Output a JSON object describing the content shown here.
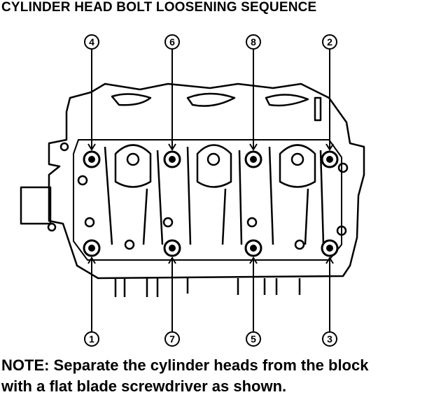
{
  "title": "CYLINDER HEAD BOLT LOOSENING SEQUENCE",
  "bolts": [
    {
      "label": "4",
      "row": "top",
      "col": 1
    },
    {
      "label": "6",
      "row": "top",
      "col": 2
    },
    {
      "label": "8",
      "row": "top",
      "col": 3
    },
    {
      "label": "2",
      "row": "top",
      "col": 4
    },
    {
      "label": "1",
      "row": "bottom",
      "col": 1
    },
    {
      "label": "7",
      "row": "bottom",
      "col": 2
    },
    {
      "label": "5",
      "row": "bottom",
      "col": 3
    },
    {
      "label": "3",
      "row": "bottom",
      "col": 4
    }
  ],
  "note": {
    "line1": "NOTE:  Separate the cylinder heads from the block",
    "line2": "with a flat blade screwdriver as shown."
  }
}
